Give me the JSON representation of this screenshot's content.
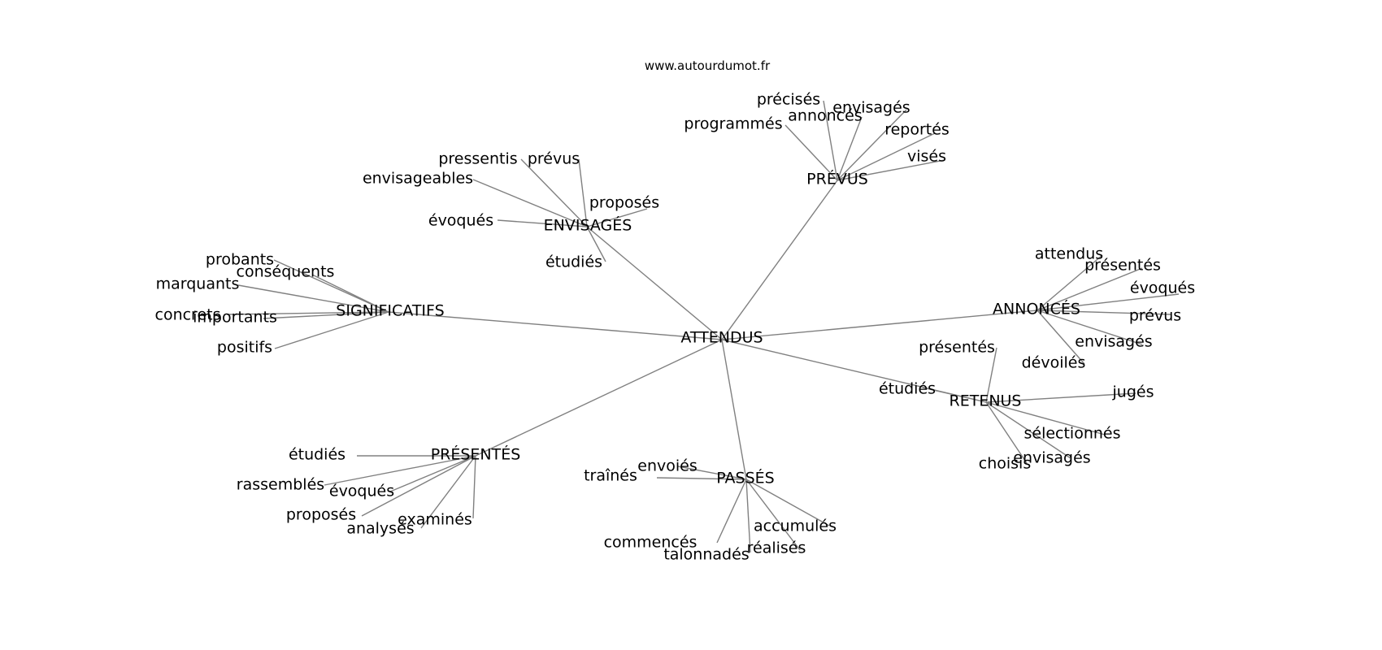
{
  "source_label": "www.autourdumot.fr",
  "graph": {
    "center": "ATTENDUS",
    "hubs": [
      {
        "id": "prevus",
        "label": "PRÉVUS",
        "leaves": [
          "précisés",
          "annoncés",
          "programmés",
          "envisagés",
          "reportés",
          "visés"
        ]
      },
      {
        "id": "envisages",
        "label": "ENVISAGÉS",
        "leaves": [
          "pressentis",
          "prévus",
          "envisageables",
          "proposés",
          "évoqués",
          "étudiés"
        ]
      },
      {
        "id": "significatifs",
        "label": "SIGNIFICATIFS",
        "leaves": [
          "probants",
          "conséquents",
          "marquants",
          "concrets",
          "importants",
          "positifs"
        ]
      },
      {
        "id": "annonces",
        "label": "ANNONCÉS",
        "leaves": [
          "attendus",
          "présentés",
          "évoqués",
          "prévus",
          "envisagés",
          "dévoilés"
        ]
      },
      {
        "id": "retenus",
        "label": "RETENUS",
        "leaves": [
          "présentés",
          "étudiés",
          "jugés",
          "sélectionnés",
          "envisagés",
          "choisis"
        ]
      },
      {
        "id": "passes",
        "label": "PASSÉS",
        "leaves": [
          "envoiés",
          "traînés",
          "accumulés",
          "commencés",
          "talonnadés",
          "réalisés"
        ]
      },
      {
        "id": "presentes",
        "label": "PRÉSENTÉS",
        "leaves": [
          "étudiés",
          "rassemblés",
          "évoqués",
          "proposés",
          "analysés",
          "examinés"
        ]
      }
    ]
  }
}
